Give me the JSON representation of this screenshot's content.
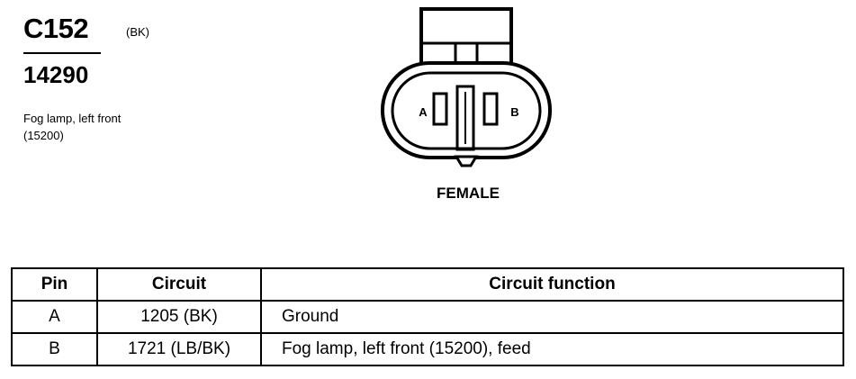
{
  "connector": {
    "id": "C152",
    "color": "(BK)",
    "part_number": "14290",
    "description": "Fog lamp, left front\n(15200)",
    "gender": "FEMALE",
    "terminals": [
      "A",
      "B"
    ]
  },
  "pin_table": {
    "headers": [
      "Pin",
      "Circuit",
      "Circuit function"
    ],
    "rows": [
      {
        "pin": "A",
        "circuit": "1205 (BK)",
        "function": "Ground"
      },
      {
        "pin": "B",
        "circuit": "1721 (LB/BK)",
        "function": "Fog lamp, left front (15200), feed"
      }
    ]
  }
}
